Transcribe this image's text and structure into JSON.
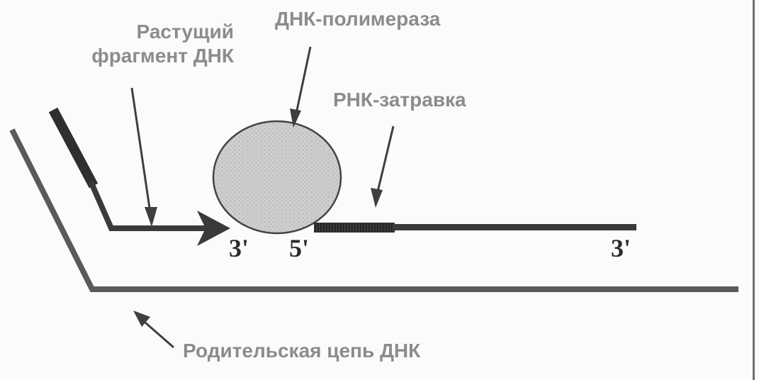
{
  "labels": {
    "growing_fragment_line1": "Растущий",
    "growing_fragment_line2": "фрагмент ДНК",
    "dna_polymerase": "ДНК-полимераза",
    "rna_primer": "РНК-затравка",
    "parent_strand": "Родительская цепь ДНК"
  },
  "ends": {
    "growing_3prime": "3'",
    "primer_5prime": "5'",
    "strand_3prime": "3'"
  },
  "colors": {
    "strand": "#5a5a5a",
    "fragment": "#3a3a3a",
    "polymerase_fill": "#c9c9c9",
    "primer": "#2e2e2e",
    "arrow": "#3f3f3f",
    "label_text": "#8c8c8c"
  }
}
